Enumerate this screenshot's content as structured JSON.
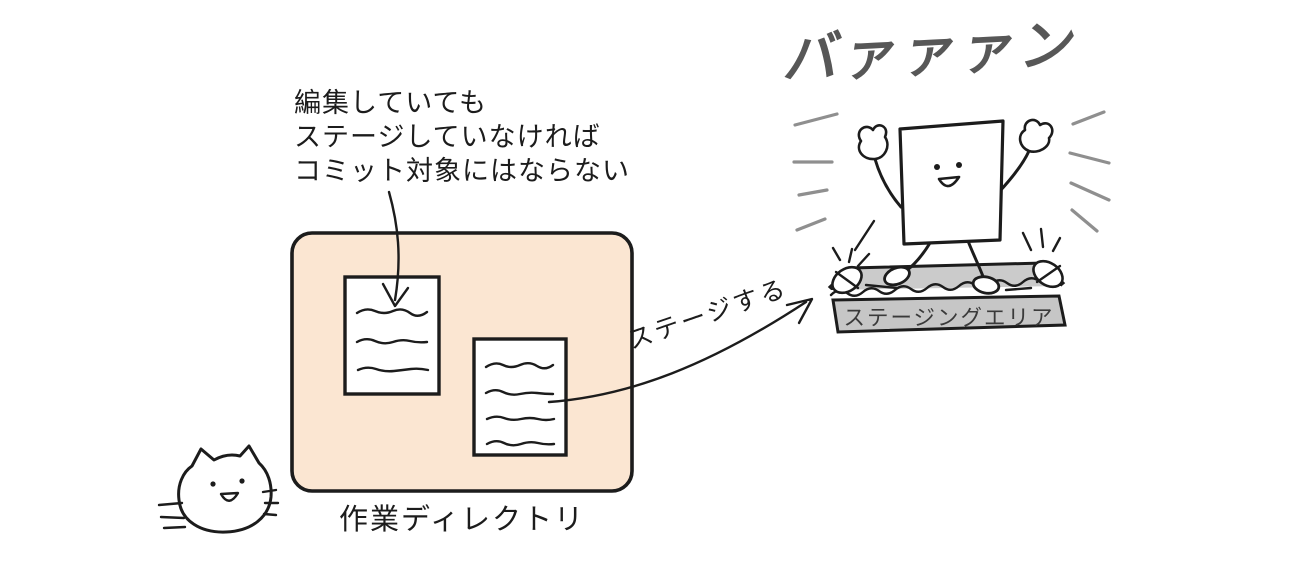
{
  "note": {
    "lines": [
      "編集していても",
      "ステージしていなければ",
      "コミット対象にはならない"
    ]
  },
  "working_directory": {
    "label": "作業ディレクトリ",
    "fill_color": "#fbe6d2",
    "document_count": 2
  },
  "stage_action": {
    "label": "ステージする"
  },
  "staging_area": {
    "label": "ステージングエリア",
    "fill_color": "#c6c6c6",
    "label_color": "#3a3a3a"
  },
  "sound_effect": {
    "text": "バァァァン",
    "color": "#575757"
  },
  "colors": {
    "outline": "#1c1c1c",
    "ray_gray": "#8f8f8f",
    "background": "#ffffff"
  }
}
